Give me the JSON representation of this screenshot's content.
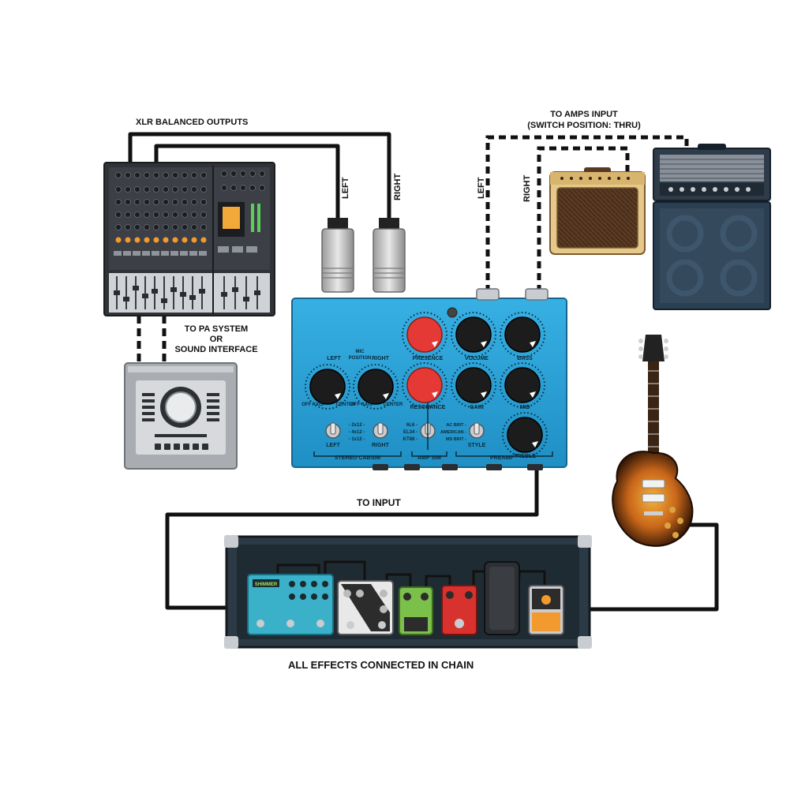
{
  "labels": {
    "xlr_outputs": "XLR BALANCED OUTPUTS",
    "left": "LEFT",
    "right": "RIGHT",
    "to_amps_line1": "TO AMPS INPUT",
    "to_amps_line2": "(SWITCH POSITION: THRU)",
    "to_pa_line1": "TO PA SYSTEM",
    "to_pa_line2": "OR",
    "to_pa_line3": "SOUND INTERFACE",
    "to_input": "TO INPUT",
    "all_effects": "ALL EFFECTS CONNECTED IN CHAIN"
  },
  "pedal": {
    "mic_position_line1": "MIC",
    "mic_position_line2": "POSITION",
    "knob_left": "LEFT",
    "knob_right": "RIGHT",
    "off_axis_1": "OFF AXIS",
    "center_1": "CENTER",
    "off_axis_2": "OFF AXIS",
    "center_2": "CENTER",
    "presence": "PRESENCE",
    "volume": "VOLUME",
    "bass": "BASS",
    "resonance": "RESONANCE",
    "gain": "GAIN",
    "mid": "MID",
    "treble": "TREBLE",
    "cab_2x12": "- 2x12 -",
    "cab_4x12": "- 4x12 -",
    "cab_1x12": "- 1x12 -",
    "switch_left": "LEFT",
    "switch_right": "RIGHT",
    "tube_6l6": "6L6 -",
    "tube_el34": "EL34 -",
    "tube_kt88": "KT88 -",
    "style_ac": "AC BRIT -",
    "style_american": "AMERICAN -",
    "style_ms": "MS BRIT -",
    "style": "STYLE",
    "stereo_cabsim": "STEREO CABSIM",
    "amp_sim": "AMP SIM",
    "preamp": "PREAMP"
  },
  "effects": {
    "shimmer_label": "SHIMMER"
  },
  "colors": {
    "pedal_blue": "#2fa3d6",
    "knob_red": "#e53935",
    "cable": "#111111",
    "board": "#2b3a44",
    "mixer": "#3a3d42",
    "combo_tolex": "#e6c98a",
    "head_body": "#2a3f52"
  },
  "icons": [
    "mixer-icon",
    "audio-interface-icon",
    "xlr-connector-icon",
    "combo-amp-icon",
    "amp-stack-icon",
    "guitar-icon",
    "pedalboard-icon",
    "amp-sim-pedal-icon"
  ]
}
